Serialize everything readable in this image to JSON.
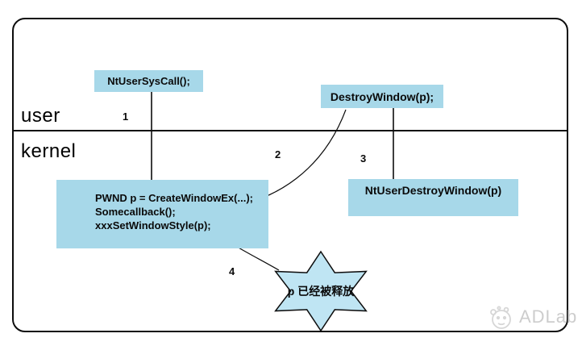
{
  "regions": {
    "user": "user",
    "kernel": "kernel"
  },
  "boxes": {
    "syscall": {
      "label": "NtUserSysCall();"
    },
    "destroy": {
      "label": "DestroyWindow(p);"
    },
    "create": {
      "lines": [
        "PWND p = CreateWindowEx(...);",
        "Somecallback();",
        "xxxSetWindowStyle(p);"
      ]
    },
    "ntdestroy": {
      "label": "NtUserDestroyWindow(p)"
    }
  },
  "star": {
    "label": "p 已经被释放"
  },
  "steps": {
    "s1": "1",
    "s2": "2",
    "s3": "3",
    "s4": "4"
  },
  "watermark": {
    "text": "ADLab",
    "icon": "panda-logo-icon"
  },
  "colors": {
    "box_fill": "#a7d8e9",
    "star_fill": "#bfe5f3",
    "line": "#0d0d0d",
    "watermark_gray": "#cdcdcd"
  }
}
